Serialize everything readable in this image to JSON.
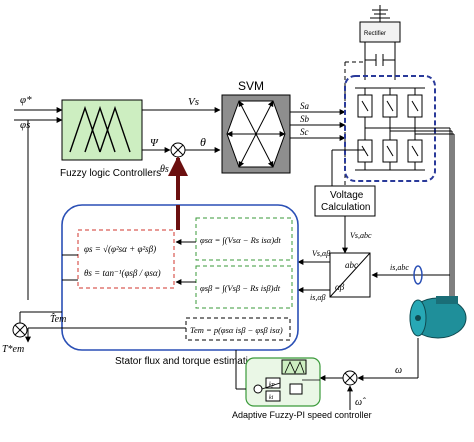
{
  "labels": {
    "phi_star": "φ*",
    "phi_s_in": "φs",
    "fuzzy_title": "Fuzzy logic Controllers",
    "vs": "Vs",
    "psi": "Ψ",
    "theta": "θ",
    "theta_s": "θs",
    "svm": "SVM",
    "sa": "Sa",
    "sb": "Sb",
    "sc": "Sc",
    "rectifier": "Rectifier",
    "voltage_calc_1": "Voltage",
    "voltage_calc_2": "Calculation",
    "vs_abc": "Vs,abc",
    "is_abc": "is,abc",
    "vs_ab": "Vs,αβ",
    "is_ab": "is,αβ",
    "abc": "abc",
    "alphabeta": "αβ",
    "t_em_hat": "T̂em",
    "t_em_star": "T*em",
    "omega": "ω",
    "omega_hat": "ω̂",
    "stator_title": "Stator flux and torque estimation",
    "speed_title": "Adaptive Fuzzy-PI speed controller",
    "eq_mag": "φs = √(φ²sα + φ²sβ)",
    "eq_angle": "θs = tan⁻¹(φsβ / φsα)",
    "eq_alpha": "φsα = ∫(Vsα − Rs isα)dt",
    "eq_beta": "φsβ = ∫(Vsβ − Rs isβ)dt",
    "eq_torque": "Tem = p(φsα isβ − φsβ isα)",
    "kp": "kp",
    "ki": "ki",
    "pm": "+ −",
    "minus": "−"
  },
  "colors": {
    "fuzzy_fill": "#cdeec1",
    "svm_fill": "#8e8e8e",
    "blue_frame": "#2a4fb5",
    "dashed_red": "#d2362e",
    "dashed_green": "#3a9a3a",
    "motor": "#1f8f9a",
    "speed_fill": "#eaf7e6",
    "feedback_arrow": "#6b0f0f"
  }
}
